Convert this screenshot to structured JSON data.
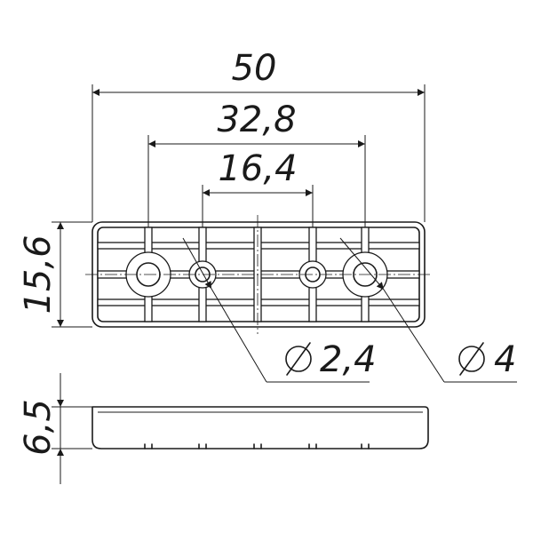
{
  "dimensions": {
    "overall_length": "50",
    "outer_hole_spacing": "32,8",
    "inner_hole_spacing": "16,4",
    "width": "15,6",
    "small_hole_diameter": "2,4",
    "large_hole_diameter": "4",
    "height": "6,5"
  },
  "symbols": {
    "diameter": "⌀"
  }
}
